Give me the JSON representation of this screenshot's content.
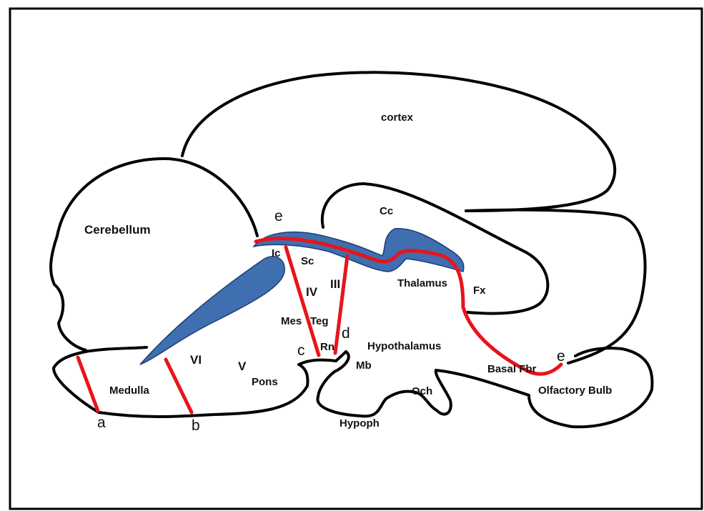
{
  "structures": {
    "cortex": "cortex",
    "cerebellum": "Cerebellum",
    "cc": "Cc",
    "ic": "Ic",
    "sc": "Sc",
    "thalamus": "Thalamus",
    "fx": "Fx",
    "mes": "Mes",
    "teg": "Teg",
    "rn": "Rn",
    "hypothalamus": "Hypothalamus",
    "mb": "Mb",
    "basal_fbr": "Basal Fbr",
    "olfactory_bulb": "Olfactory Bulb",
    "medulla": "Medulla",
    "pons": "Pons",
    "och": "Och",
    "hypoph": "Hypoph"
  },
  "nerves": {
    "iii": "III",
    "iv": "IV",
    "v": "V",
    "vi": "VI"
  },
  "cuts": {
    "a": "a",
    "b": "b",
    "c": "c",
    "d": "d",
    "e_top": "e",
    "e_bottom": "e"
  },
  "colors": {
    "outline": "#000000",
    "cut_lines": "#e8141b",
    "ventricle": "#3f6fb0"
  }
}
